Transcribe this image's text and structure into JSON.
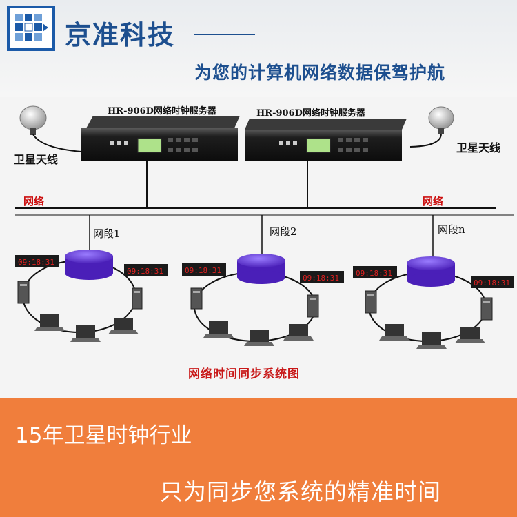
{
  "header": {
    "brand": "京准科技",
    "tagline": "为您的计算机网络数据保驾护航"
  },
  "diagram": {
    "servers": [
      {
        "title": "HR-906D网络时钟服务器"
      },
      {
        "title": "HR-906D网络时钟服务器"
      }
    ],
    "antennas": [
      {
        "label": "卫星天线"
      },
      {
        "label": "卫星天线"
      }
    ],
    "network_labels": [
      "网络",
      "网络"
    ],
    "segments": [
      "网段1",
      "网段2",
      "网段n"
    ],
    "clock_display": "09:18:31",
    "caption": "网络时间同步系统图"
  },
  "banner": {
    "line1": "15年卫星时钟行业",
    "line2": "只为同步您系统的精准时间",
    "color": "#f07e3c"
  },
  "colors": {
    "brand_blue": "#1d4f8f",
    "router_purple": "#5a2fd0",
    "clock_red": "#d01010",
    "caption_red": "#c81818"
  }
}
